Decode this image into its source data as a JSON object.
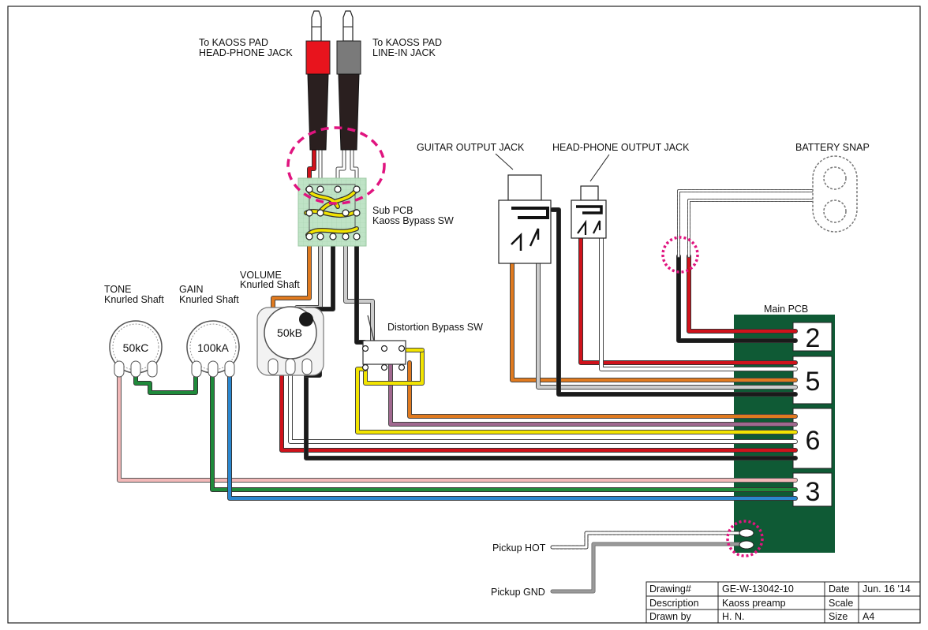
{
  "labels": {
    "kaoss_hp_1": "To KAOSS PAD",
    "kaoss_hp_2": "HEAD-PHONE JACK",
    "kaoss_li_1": "To KAOSS PAD",
    "kaoss_li_2": "LINE-IN JACK",
    "sub_pcb_1": "Sub PCB",
    "sub_pcb_2": "Kaoss Bypass SW",
    "guitar_out": "GUITAR OUTPUT JACK",
    "hp_out": "HEAD-PHONE OUTPUT JACK",
    "battery": "BATTERY SNAP",
    "main_pcb": "Main PCB",
    "volume_1": "VOLUME",
    "volume_2": "Knurled Shaft",
    "tone_1": "TONE",
    "tone_2": "Knurled Shaft",
    "gain_1": "GAIN",
    "gain_2": "Knurled Shaft",
    "dist_sw": "Distortion Bypass SW",
    "pickup_hot": "Pickup HOT",
    "pickup_gnd": "Pickup GND"
  },
  "knobs": {
    "tone": "50kC",
    "gain": "100kA",
    "volume": "50kB"
  },
  "connectors": [
    "2",
    "5",
    "6",
    "3"
  ],
  "title_block": {
    "drawing_label": "Drawing#",
    "drawing_value": "GE-W-13042-10",
    "date_label": "Date",
    "date_value": "Jun. 16 '14",
    "description_label": "Description",
    "description_value": "Kaoss preamp",
    "scale_label": "Scale",
    "scale_value": "",
    "drawn_label": "Drawn by",
    "drawn_value": "H. N.",
    "size_label": "Size",
    "size_value": "A4"
  },
  "colors": {
    "red": "#d0121b",
    "black": "#1a1a1a",
    "white_wire": "#ffffff",
    "gray": "#8f8f8f",
    "orange": "#e07a1f",
    "yellow": "#f2e400",
    "purple": "#a0688f",
    "pink": "#f2b8b8",
    "green": "#1f8a3b",
    "blue": "#2a87cf",
    "pcb": "#0f5a35",
    "highlight": "#e0147f"
  }
}
